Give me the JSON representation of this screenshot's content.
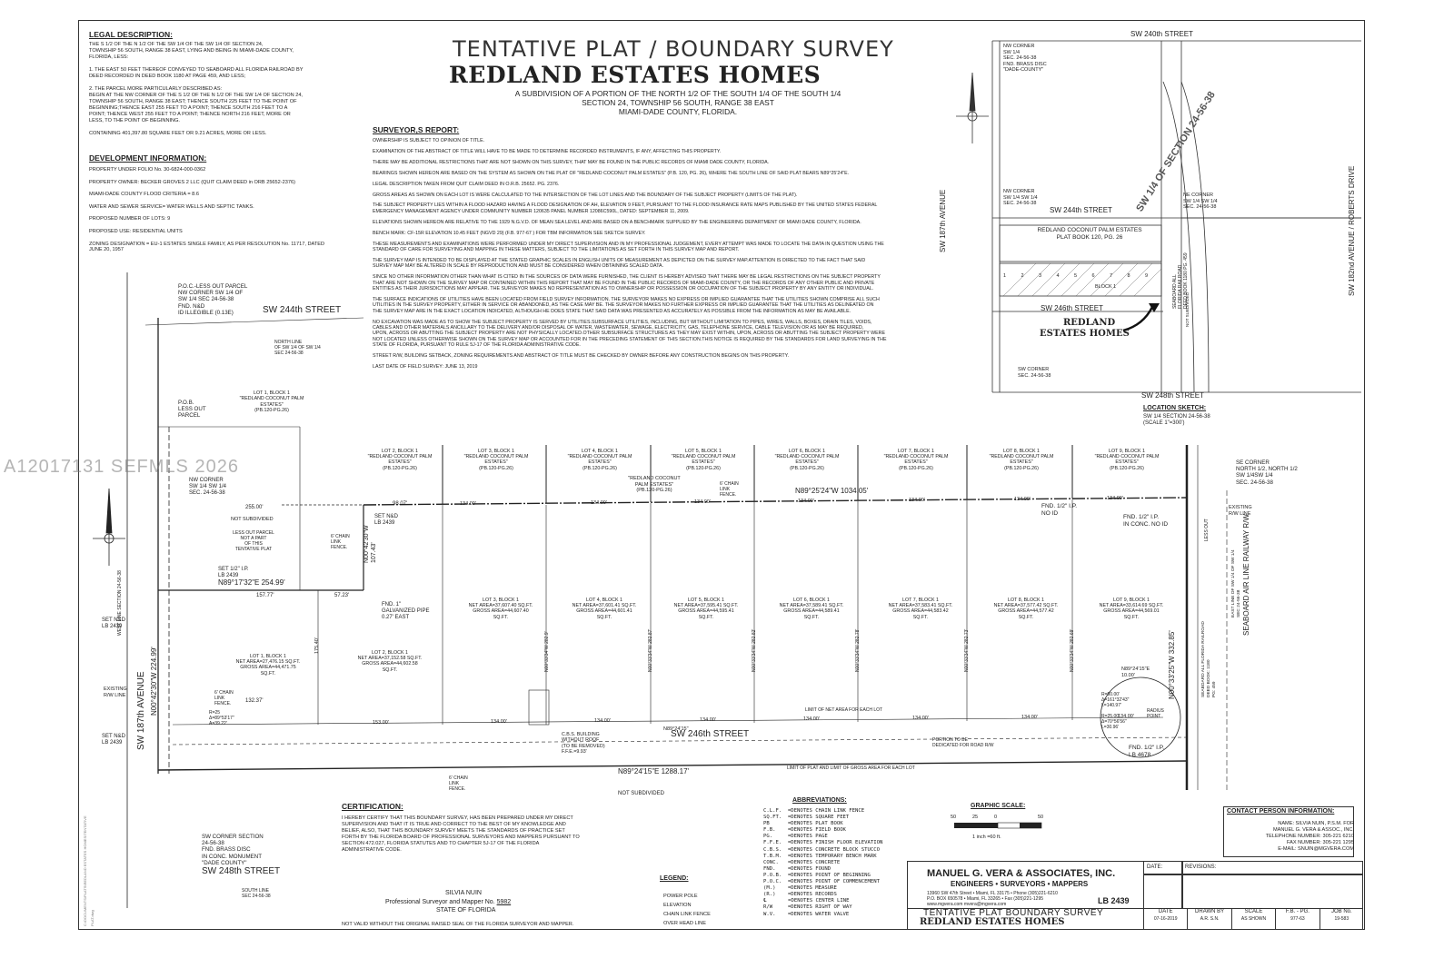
{
  "title": {
    "main": "TENTATIVE PLAT / BOUNDARY SURVEY",
    "name": "REDLAND ESTATES HOMES",
    "sub1": "A SUBDIVISION OF A PORTION OF THE NORTH 1/2 OF THE SOUTH 1/4 OF THE SOUTH 1/4",
    "sub2": "SECTION 24, TOWNSHIP 56 SOUTH, RANGE 38 EAST",
    "sub3": "MIAMI-DADE COUNTY, FLORIDA."
  },
  "legal": {
    "heading": "LEGAL DESCRIPTION:",
    "text": "THE S 1/2 OF THE N 1/2 OF THE SW 1/4 OF THE SW 1/4 OF SECTION 24,\nTOWNSHIP 56 SOUTH, RANGE 38 EAST, LYING AND BEING IN MIAMI-DADE COUNTY,\nFLORIDA, LESS:\n\n1.  THE EAST 50 FEET THEREOF CONVEYED TO SEABOARD ALL FLORIDA RAILROAD BY\nDEED RECORDED IN DEED BOOK 1180 AT PAGE 459, AND LESS;\n\n2.  THE PARCEL MORE PARTICULARLY DESCRIBED AS:\nBEGIN AT THE NW CORNER OF THE S 1/2 OF THE N 1/2 OF THE SW 1/4 OF SECTION 24,\nTOWNSHIP 56 SOUTH, RANGE 38 EAST; THENCE SOUTH 225 FEET TO THE POINT OF\nBEGINNING;THENCE EAST 255 FEET TO A POINT; THENCE SOUTH 216 FEET TO A\nPOINT; THENCE WEST 255 FEET TO A POINT; THENCE NORTH 216 FEET, MORE OR\nLESS, TO THE POINT OF BEGINNING.\n\nCONTAINING 401,397.80 SQUARE FEET OR 9.21 ACRES, MORE OR LESS."
  },
  "development": {
    "heading": "DEVELOPMENT INFORMATION:",
    "text": "PROPERTY UNDER FOLIO No. 30-6824-000-0362\n\nPROPERTY OWNER: BECKER GROVES 2 LLC (QUIT CLAIM DEED in ORB 25652-2376)\n\nMIAMI-DADE COUNTY FLOOD CRITERIA = 8.6\n\nWATER AND SEWER SERVICE= WATER WELLS AND SEPTIC TANKS.\n\nPROPOSED NUMBER OF  LOTS: 9\n\nPROPOSED USE: RESIDENTIAL UNITS\n\nZONING DESIGNATION = EU-1 ESTATES SINGLE FAMILY, AS PER RESOLUTION No. 11717, DATED\nJUNE 20, 1957"
  },
  "report": {
    "heading": "SURVEYOR,S REPORT:",
    "paras": [
      "OWNERSHIP IS SUBJECT TO OPINION OF TITLE.",
      "EXAMINATION OF THE ABSTRACT OF TITLE WILL HAVE TO BE MADE TO DETERMINE RECORDED INSTRUMENTS, IF ANY, AFFECTING THIS PROPERTY.",
      "THERE MAY BE ADDITIONAL RESTRICTIONS THAT ARE NOT SHOWN ON THIS SURVEY, THAT MAY BE FOUND IN THE PUBLIC RECORDS OF MIAMI DADE COUNTY, FLORIDA.",
      "BEARINGS SHOWN HEREON ARE BASED ON THE  SYSTEM  AS SHOWN ON THE PLAT OF \"REDLAND COCONUT PALM ESTATES\" (P.B. 120, PG. 26), WHERE THE SOUTH LINE OF SAID PLAT BEARS N89°25'24\"E.",
      "LEGAL DESCRIPTION TAKEN FROM QUIT CLAIM DEED IN O.R.B. 25652. PG. 2376.",
      "GROSS AREAS AS SHOWN ON EACH LOT IS WERE CALCULATED TO THE INTERSECTION OF THE LOT LINES AND THE BOUNDARY OF THE SUBJECT PROPERTY (LIMITS OF THE PLAT).",
      "THE SUBJECT PROPERTY LIES WITHIN A FLOOD HAZARD HAVING A FLOOD DESIGNATION OF AH, ELEVATION 9 FEET, PURSUANT TO THE FLOOD INSURANCE RATE MAPS PUBLISHED BY THE UNITED STATES FEDERAL\nEMERGENCY MANAGEMENT AGENCY UNDER COMMUNITY NUMBER 120635 PANEL NUMBER 12086C590L, DATED: SEPTEMBER 11, 2009.",
      "ELEVATIONS SHOWN HEREON ARE RELATIVE TO THE 1929 N.G.V.D. OF MEAN SEA LEVEL AND ARE BASED ON A BENCHMARK SUPPLIED BY THE ENGINEERING DEPARTMENT OF MIAMI DADE COUNTY, FLORIDA.",
      "BENCH MARK:   CF-15R ELEVATION 10.45 FEET (NGVD 29) (F.B. 977-67 ) FOR TBM INFORMATION SEE SKETCH SURVEY.",
      "THESE MEASUREMENTS AND EXAMINATIONS WERE PERFORMED UNDER MY DIRECT SUPERVISION AND IN MY PROFESSIONAL JUDGEMENT, EVERY ATTEMPT WAS MADE TO LOCATE THE DATA IN QUESTION USING THE\nSTANDARD OF CARE FOR SURVEYING AND MAPPING IN THESE MATTERS, SUBJECT TO THE LIMITATIONS AS SET FORTH IN THIS SURVEY MAP AND REPORT.",
      "THE SURVEY MAP IS INTENDED TO BE DISPLAYED AT THE STATED  GRAPHIC SCALES IN ENGLISH UNITS OF MEASUREMENT AS DEPICTED ON THE SURVEY MAP.ATTENTION IS DIRECTED TO THE FACT THAT SAID\nSURVEY MAP MAY BE ALTERED IN SCALE BY REPRODUCTION AND MUST BE CONSIDERED WHEN OBTAINING SCALED DATA.",
      "SINCE NO OTHER INFORMATION OTHER THAN WHAT IS CITED IN THE SOURCES OF DATA WERE FURNISHED, THE CLIENT IS HEREBY ADVISED THAT THERE MAY BE LEGAL RESTRICTIONS ON THE SUBJECT PROPERTY\nTHAT ARE NOT SHOWN ON THE SURVEY MAP OR CONTAINED WITHIN THIS REPORT THAT MAY BE FOUND IN THE PUBLIC RECORDS OF MIAMI-DADE COUNTY, OR THE RECORDS OF ANY OTHER PUBLIC AND PRIVATE\nENTITIES AS THEIR JURISDICTIONS MAY APPEAR. THE SURVEYOR MAKES NO REPRESENTATION AS TO OWNERSHIP OR POSSESSION OR OCCUPATION OF THE SUBJECT PROPERTY BY ANY ENTITY OR INDIVIDUAL.",
      "THE SURFACE INDICATIONS OF UTILITIES HAVE BEEN LOCATED FROM FIELD SURVEY INFORMATION. THE SURVEYOR MAKES NO EXPRESS OR IMPLIED GUARANTEE THAT THE UTILITIES SHOWN COMPRISE ALL SUCH\nUTILITIES IN THE SURVEY PROPERTY, EITHER IN SERVICE OR ABANDONED, AS THE CASE MAY BE. THE SURVEYOR MAKES NO FURTHER EXPRESS OR IMPLIED GUARANTEE THAT THE UTILITIES AS DELINEATED ON\nTHE SURVEY MAP ARE IN THE EXACT LOCATION INDICATED, ALTHOUGH HE DOES STATE THAT SAID DATA WAS PRESENTED AS ACCURATELY AS POSSIBLE FROM THE INFORMATION AS MAY BE AVAILABLE.",
      "NO EXCAVATION WAS MADE AS TO SHOW THE SUBJECT PROPERTY IS SERVED BY UTILITIES.SUBSURFACE UTILITIES, INCLUDING, BUT WITHOUT LIMITATION TO PIPES, WIRES, WALLS, BOXES, DRAIN TILES, VOIDS,\nCABLES AND OTHER MATERIALS ANCILLARY TO THE DELIVERY AND/OR DISPOSAL OF WATER, WASTEWATER, SEWAGE, ELECTRICITY, GAS, TELEPHONE SERVICE, CABLE TELEVISION OR AS MAY BE REQUIRED,\nUPON, ACROSS OR ABUTTING THE SUBJECT PROPERTY ARE NOT PHYSICALLY LOCATED.OTHER SUBSURFACE STRUCTURES AS THEY MAY EXIST WITHIN, UPON, ACROSS OR ABUTTING THE SUBJECT PROPERTY WERE\nNOT LOCATED UNLESS OTHERWISE SHOWN ON THE SURVEY MAP OR ACCOUNTED FOR IN THE PRECEDING STATEMENT OF THIS SECTION.THIS NOTICE IS REQUIRED BY THE STANDARDS FOR LAND SURVEYING IN THE\nSTATE OF FLORIDA, PURSUANT TO RULE 5J-17 OF THE FLORIDA ADMINISTRATIVE CODE.",
      "STREET R/W, BUILDING SETBACK, ZONING REQUIREMENTS AND ABSTRACT OF  TITLE MUST  BE CHECKED BY OWNER BEFORE ANY CONSTRUCTION BEGINS  ON THIS PROPERTY.",
      "LAST DATE OF FIELD SURVEY: JUNE 13, 2019"
    ]
  },
  "location_sketch": {
    "title": "LOCATION SKETCH:",
    "sub": "SW 1/4 SECTION 24-56-38\n(SCALE 1\"=300')",
    "sw240": "SW 240th STREET",
    "sw244": "SW 244th STREET",
    "sw246": "SW 246th STREET",
    "sw248": "SW 248th STREET",
    "ave187": "SW 187th AVENUE",
    "ave182": "SW 182nd AVENUE / ROBERTS DRIVE",
    "sw14": "SW 1/4 OF SECTION 24-56-38",
    "plat": "REDLAND COCONUT PALM ESTATES\nPLAT BOOK 120, PG. 26",
    "target1": "REDLAND",
    "target2": "ESTATES HOMES",
    "block": "BLOCK 1",
    "nw_corner": "NW CORNER\nSW 1/4\nSEC. 24-56-38\nFND. BRASS DISC\n\"DADE-COUNTY\"",
    "nw_corner2": "NW CORNER\nSW 1/4 SW 1/4\nSEC. 24-56-38",
    "ne_corner": "NE CORNER\nSW 1/4 SW 1/4\nSEC. 24-56-38",
    "sw_corner": "SW CORNER\nSEC. 24-56-38",
    "railroad": "SEABOARD ALL\nFLORIDA RAILROAD\nDEED BOOK 1180 PG. 459",
    "not_sub": "NOT SUBDIVIDED",
    "lots": [
      "1",
      "2",
      "3",
      "4",
      "5",
      "6",
      "7",
      "8",
      "9"
    ]
  },
  "plat": {
    "sw244": "SW 244th STREET",
    "sw246": "SW 246th STREET",
    "sw248": "SW 248th STREET",
    "ave187": "SW 187th AVENUE",
    "railway": "SEABOARD AIR LINE RAILWAY R/W",
    "poc": "P.O.C.-LESS OUT PARCEL\nNW CORNER SW 1/4 OF\nSW 1/4 SEC 24-56-38\nFND. N&D\nID ILLEGIBLE (0.13E)",
    "north_line": "NORTH LINE\nOF SW 1/4 OF SW 1/4\nSEC 24-56-38",
    "pob": "P.O.B.\nLESS OUT\nPARCEL",
    "lot1_label": "LOT 1, BLOCK 1\n\"REDLAND COCONUT PALM\nESTATES\"\n(PB.120-PG.26)",
    "nw_corner": "NW CORNER\nSW 1/4 SW 1/4\nSEC. 24-56-38",
    "not_subdivided": "NOT SUBDIVIDED",
    "less_out": "LESS OUT PARCEL\nNOT A PART\nOF THIS\nTENTATIVE PLAT",
    "set_nd": "SET N&D\nLB 2439",
    "set_ip": "SET 1/2\" I.P.\nLB 2439",
    "bearing_n89_17": "N89°17'32\"E  254.99'",
    "bearing_top": "N89°25'24\"W  1034.05'",
    "bearing_bottom": "N89°24'15\"E  1288.17'",
    "bearing_west": "N00°42'30\"W  224.99'",
    "bearing_east": "N00°33'25\"W  332.85'",
    "bearing_n00_42b": "N00°42'30\"W\n107.43'",
    "galv_pipe": "FND. 1\"\nGALVANIZED PIPE\n0.27' EAST",
    "west_line": "WEST LINE SECTION 24-56-38",
    "top_plat": "\"REDLAND COCONUT\nPALM ESTATES\"\n(PB.120-PG.26)",
    "chain_fence": "6' CHAIN\nLINK\nFENCE.",
    "existing_rw": "EXISTING\nR/W LINE",
    "se_corner": "SE CORNER\nNORTH 1/2, NORTH 1/2\nSW 1/4SW 1/4\nSEC. 24-56-38",
    "fnd_ip_noid": "FND. 1/2\" I.P.\nNO ID",
    "fnd_ip_conc": "FND. 1/2\" I.P.\nIN CONC. NO ID",
    "fnd_ip_4678": "FND. 1/2\" I.P.\nLB 4678",
    "cbs": "C.B.S. BUILDING\nWITHOUT ROOF\n(TO BE REMOVED)\nF.F.E.=9.93'",
    "limit_net": "LIMIT OF NET AREA FOR EACH LOT",
    "limit_plat": "LIMIT OF PLAT AND LIMIT OF GROSS AREA FOR EACH LOT",
    "portion_road": "PORTION TO BE\nDEDICATED FOR ROAD R/W",
    "radius_point": "RADIUS\nPOINT",
    "curve": "R=50.00'\nΔ=161°32'43\"\nL=140.97'",
    "curve2": "R=25.00'\nΔ=70°56'56\"\nL=30.96'",
    "curve_w": "R=25\nΔ=89°53'17\"\nA=39.22'",
    "rr_deed": "SEABOARD ALL FLORIDA RAILROAD\nDEED BOOK: 1180\nPG: 459",
    "east_line": "EAST LINE OF SW 1/4 OF SW 1/4\nSEC 24-56-38",
    "less_out_v": "LESS OUT",
    "not_sub_bottom": "NOT SUBDIVIDED",
    "sw_corner_section": "SW CORNER SECTION\n24-56-38\nFND. BRASS DISC\nIN CONC. MONUMENT\n\"DADE COUNTY\"",
    "south_line": "SOUTH LINE\nSEC 24-56-38",
    "upper_lots": [
      "LOT 2, BLOCK 1\n\"REDLAND COCONUT PALM\nESTATES\"\n(PB.120-PG.26)",
      "LOT 3, BLOCK 1\n\"REDLAND COCONUT PALM\nESTATES\"\n(PB.120-PG.26)",
      "LOT 4, BLOCK 1\n\"REDLAND COCONUT PALM\nESTATES\"\n(PB.120-PG.26)",
      "LOT 5, BLOCK 1\n\"REDLAND COCONUT PALM\nESTATES\"\n(PB.120-PG.26)",
      "LOT 6, BLOCK 1\n\"REDLAND COCONUT PALM\nESTATES\"\n(PB.120-PG.26)",
      "LOT 7, BLOCK 1\n\"REDLAND COCONUT PALM\nESTATES\"\n(PB.120-PG.26)",
      "LOT 8, BLOCK 1\n\"REDLAND COCONUT PALM\nESTATES\"\n(PB.120-PG.26)",
      "LOT 9, BLOCK 1\n\"REDLAND COCONUT PALM\nESTATES\"\n(PB.120-PG.26)"
    ],
    "new_lots": [
      "LOT 1, BLOCK 1\nNET AREA=27,476.15 SQ.FT.\nGROSS AREA=44,471.75\nSQ.FT.",
      "LOT 2, BLOCK 1\nNET AREA=37,152.58 SQ.FT.\nGROSS AREA=44,602.58\nSQ.FT.",
      "LOT 3, BLOCK 1\nNET AREA=37,607.40 SQ.FT.\nGROSS AREA=44,607.40\nSQ.FT.",
      "LOT 4, BLOCK 1\nNET AREA=37,601.41 SQ.FT.\nGROSS AREA=44,601.41\nSQ.FT.",
      "LOT 5, BLOCK 1\nNET AREA=37,595.41 SQ.FT.\nGROSS AREA=44,595.41\nSQ.FT.",
      "LOT 6, BLOCK 1\nNET AREA=37,589.41 SQ.FT.\nGROSS AREA=44,589.41\nSQ.FT.",
      "LOT 7, BLOCK 1\nNET AREA=37,583.41 SQ.FT.\nGROSS AREA=44,583.42\nSQ.FT.",
      "LOT 8, BLOCK 1\nNET AREA=37,577.42 SQ.FT.\nGROSS AREA=44,577.42\nSQ.FT.",
      "LOT 9, BLOCK 1\nNET AREA=33,614.69 SQ.FT.\nGROSS AREA=44,569.01\nSQ.FT."
    ],
    "dims_top": [
      "134.00'",
      "134.00'",
      "134.00'",
      "134.00'",
      "134.00'",
      "134.00'",
      "134.00'"
    ],
    "dims_bottom": [
      "153.00'",
      "134.00'",
      "134.00'",
      "134.00'",
      "134.00'",
      "134.00'",
      "134.00'",
      "134.00'"
    ],
    "lot_bearings": [
      "N00°33'34\"W  282.9'",
      "N00°33'34\"W  282.87'",
      "N00°33'34\"W  282.82'",
      "N00°33'34\"W  282.78'",
      "N00°33'34\"W  282.73'",
      "N00°33'34\"W  282.69'",
      "N00°33'34\"W  282.64'"
    ],
    "dim_255": "255.00'",
    "dim_132": "132.37'",
    "dim_157": "157.77'",
    "dim_175": "175.40'",
    "dim_9807": "98.07'",
    "dim_5723": "57.23'",
    "n89_24": "N89°24'15\"",
    "n89_24b": "N89°24'15\"E\n10.00'"
  },
  "certification": {
    "heading": "CERTIFICATION:",
    "text": "I HEREBY CERTIFY THAT THIS BOUNDARY SURVEY, HAS BEEN PREPARED UNDER MY DIRECT\nSUPERVISION AND THAT IT IS TRUE AND CORRECT TO THE BEST OF MY KNOWLEDGE AND\nBELIEF, ALSO, THAT THIS BOUNDARY SURVEY MEETS THE STANDARDS OF PRACTICE SET\nFORTH BY THE FLORIDA BOARD OF PROFESSIONAL SURVEYORS AND MAPPERS PURSUANT TO\nSECTION 472.027, FLORIDA STATUTES AND TO CHAPTER 5J-17 OF THE FLORIDA\nADMINISTRATIVE CODE.",
    "name": "SILVIA NUIN",
    "role": "Professional Surveyor and Mapper No.",
    "number": "5982",
    "state": "STATE OF FLORIDA",
    "seal_note": "NOT VALID WITHOUT THE ORIGINAL RAISED SEAL OF THE FLORIDA SURVEYOR AND MAPPER."
  },
  "legend": {
    "heading": "LEGEND:",
    "items": [
      "POWER POLE",
      "ELEVATION",
      "CHAIN LINK FENCE",
      "OVER HEAD LINE"
    ]
  },
  "abbreviations": {
    "heading": "ABBREVIATIONS:",
    "items": [
      "C.L.F.  =DENOTES CHAIN LINK FENCE",
      "SQ.FT.  =DENOTES SQUARE FEET",
      "PB      =DENOTES PLAT BOOK",
      "F.B.    =DENOTES FIELD BOOK",
      "PG.     =DENOTES PAGE",
      "F.F.E.  =DENOTES FINISH FLOOR ELEVATION",
      "C.B.S.  =DENOTES CONCRETE BLOCK STUCCO",
      "T.B.M.  =DENOTES TEMPORARY BENCH MARK",
      "CONC.   =DENOTES CONCRETE",
      "FND.    =DENOTES FOUND",
      "P.O.B.  =DENOTES POINT OF BEGINNING",
      "P.O.C.  =DENOTES POINT OF COMMENCEMENT",
      "(M.)    =DENOTES MEASURE",
      "(R.)    =DENOTES RECORDS",
      "℄       =DENOTES CENTER LINE",
      "R/W     =DENOTES RIGHT OF WAY",
      "W.V.    =DENOTES WATER VALVE"
    ]
  },
  "graphic_scale": {
    "heading": "GRAPHIC SCALE:",
    "ticks": [
      "50",
      "25",
      "0",
      "50"
    ],
    "note": "1 inch =60   ft."
  },
  "contact": {
    "heading": "CONTACT PERSON INFORMATION:",
    "text": "NAME: SILVIA NUIN, P.S.M. FOR\nMANUEL G. VERA & ASSOC., INC.\nTELEPHONE NUMBER: 305-221 6210\nFAX NUMBER: 305-221 1295\nE-MAIL: SNUIN@MGVERA.COM"
  },
  "company": {
    "name": "MANUEL G. VERA & ASSOCIATES, INC.",
    "tag": "ENGINEERS  •  SURVEYORS  •  MAPPERS",
    "addr": "13960 SW 47th Street • Miami, FL 33175 • Phone (305)221-6210\nP.O. BOX 650578 • Miami, FL 33265 • Fax (305)221-1295\nwww.mgvera.com          mvera@mgvera.com",
    "lb": "LB 2439",
    "drawing_title": "TENTATIVE PLAT BOUNDARY SURVEY",
    "drawing_name": "REDLAND ESTATES HOMES"
  },
  "titleblock": {
    "date_h": "DATE:",
    "rev_h": "REVISIONS:",
    "cols": [
      {
        "h": "DATE",
        "v": "07-16-2019"
      },
      {
        "h": "DRAWN BY",
        "v": "A.R.  S.N."
      },
      {
        "h": "SCALE",
        "v": "AS SHOWN"
      },
      {
        "h": "F.B. - PG.",
        "v": "977-63"
      },
      {
        "h": "JOB No.",
        "v": "19-583"
      }
    ]
  },
  "watermark": "A12017131 SEFMLS 2026",
  "side_note": "C:\\DOCUMENTS\\PLATS\\REDLAND ESTATES HOMES\\TENTATIVE PLAT.dwg"
}
